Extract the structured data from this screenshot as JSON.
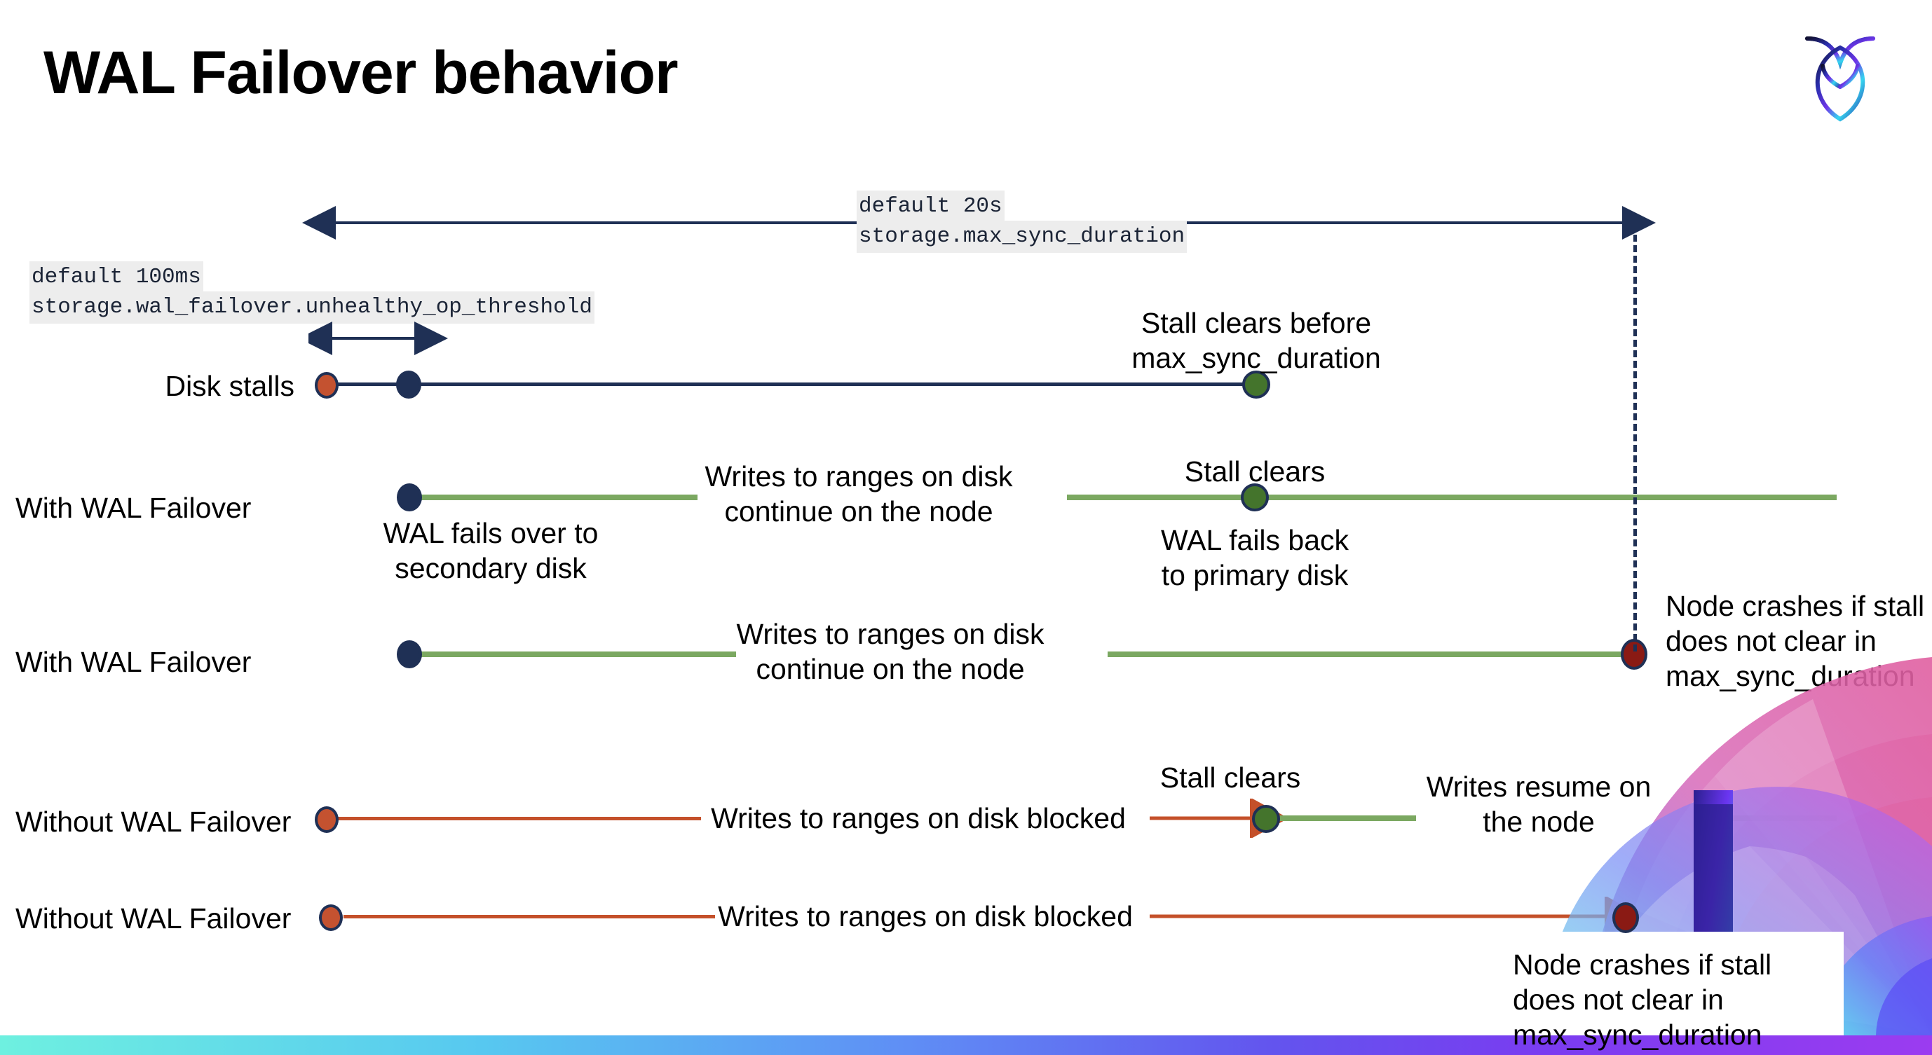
{
  "slide": {
    "title": "WAL Failover behavior",
    "logo_name": "cockroachdb-logo"
  },
  "settings": {
    "max_sync": {
      "default": "default 20s",
      "name": "storage.max_sync_duration"
    },
    "unhealthy": {
      "default": "default 100ms",
      "name": "storage.wal_failover.unhealthy_op_threshold"
    }
  },
  "rows": [
    {
      "label": "Disk stalls",
      "notes": [
        "Stall clears before\nmax_sync_duration"
      ]
    },
    {
      "label": "With WAL Failover",
      "notes": [
        "Writes to ranges on disk\ncontinue on the node",
        "Stall clears",
        "WAL fails over to\nsecondary disk",
        "WAL fails  back\nto primary disk"
      ]
    },
    {
      "label": "With WAL Failover",
      "notes": [
        "Writes to ranges on disk\ncontinue on the node",
        "Node crashes if stall\ndoes not clear in\nmax_sync_duration"
      ]
    },
    {
      "label": "Without WAL Failover",
      "notes": [
        "Writes to ranges on disk  blocked",
        "Stall clears",
        "Writes resume on\nthe node"
      ]
    },
    {
      "label": "Without WAL Failover",
      "notes": [
        "Writes to ranges on disk  blocked",
        "Node crashes if stall\ndoes not clear in\nmax_sync_duration"
      ]
    }
  ],
  "colors": {
    "navy": "#1f3055",
    "green_line": "#7ba861",
    "green_dot": "#44742c",
    "orange": "#c4502a",
    "dark_red": "#8a1a14",
    "code_bg": "#ededed"
  }
}
